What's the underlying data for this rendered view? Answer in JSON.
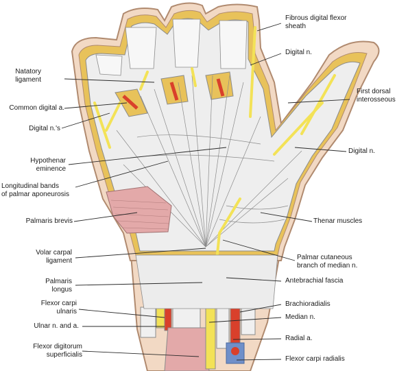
{
  "figure": {
    "colors": {
      "skin": "#f2d9c4",
      "skin_edge": "#b08a6f",
      "fat": "#e8c25a",
      "fascia": "#eeeeee",
      "fascia_line": "#8a8a8a",
      "nerve": "#f3e257",
      "artery": "#d9402b",
      "vein": "#6f8fc9",
      "muscle": "#e3a9a9",
      "leader": "#2a2a2a"
    },
    "labels_left": [
      {
        "id": "natatory",
        "lines": [
          "Natatory",
          "ligament"
        ]
      },
      {
        "id": "common-digital-a",
        "lines": [
          "Common digital a."
        ]
      },
      {
        "id": "digital-ns",
        "lines": [
          "Digital n.'s"
        ]
      },
      {
        "id": "hypothenar",
        "lines": [
          "Hypothenar",
          "eminence"
        ]
      },
      {
        "id": "longitudinal-bands",
        "lines": [
          "Longitudinal bands",
          "of palmar aponeurosis"
        ]
      },
      {
        "id": "palmaris-brevis",
        "lines": [
          "Palmaris brevis"
        ]
      },
      {
        "id": "volar-carpal",
        "lines": [
          "Volar carpal",
          "ligament"
        ]
      },
      {
        "id": "palmaris-longus",
        "lines": [
          "Palmaris",
          "longus"
        ]
      },
      {
        "id": "flexor-carpi-ulnaris",
        "lines": [
          "Flexor carpi",
          "ulnaris"
        ]
      },
      {
        "id": "ulnar-n-a",
        "lines": [
          "Ulnar n. and a."
        ]
      },
      {
        "id": "flexor-digitorum",
        "lines": [
          "Flexor digitorum",
          "superficialis"
        ]
      }
    ],
    "labels_right": [
      {
        "id": "fibrous-sheath",
        "lines": [
          "Fibrous digital flexor",
          "sheath"
        ]
      },
      {
        "id": "digital-n-top",
        "lines": [
          "Digital n."
        ]
      },
      {
        "id": "first-dorsal",
        "lines": [
          "First dorsal",
          "interosseous"
        ]
      },
      {
        "id": "digital-n-thumb",
        "lines": [
          "Digital n."
        ]
      },
      {
        "id": "thenar",
        "lines": [
          "Thenar muscles"
        ]
      },
      {
        "id": "palmar-cutaneous",
        "lines": [
          "Palmar cutaneous",
          "branch of median n."
        ]
      },
      {
        "id": "antebrachial",
        "lines": [
          "Antebrachial fascia"
        ]
      },
      {
        "id": "brachioradialis",
        "lines": [
          "Brachioradialis"
        ]
      },
      {
        "id": "median-n",
        "lines": [
          "Median n."
        ]
      },
      {
        "id": "radial-a",
        "lines": [
          "Radial a."
        ]
      },
      {
        "id": "flexor-carpi-radialis",
        "lines": [
          "Flexor carpi radialis"
        ]
      }
    ]
  }
}
